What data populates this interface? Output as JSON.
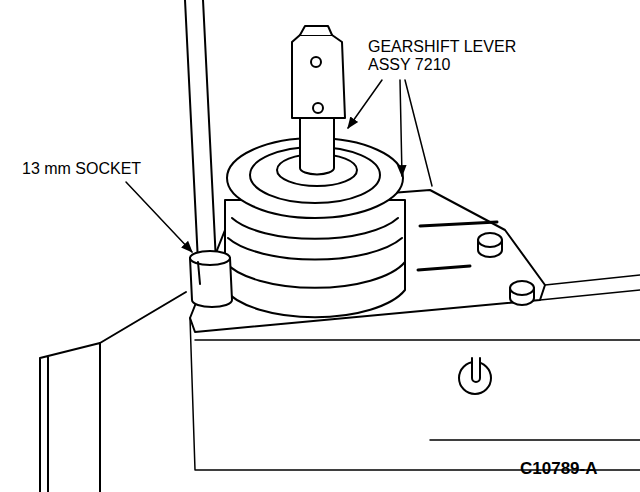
{
  "diagram": {
    "labels": [
      "GEARSHIFT LEVER ASSY 7210",
      "13 mm SOCKET",
      "C10789-A"
    ]
  }
}
